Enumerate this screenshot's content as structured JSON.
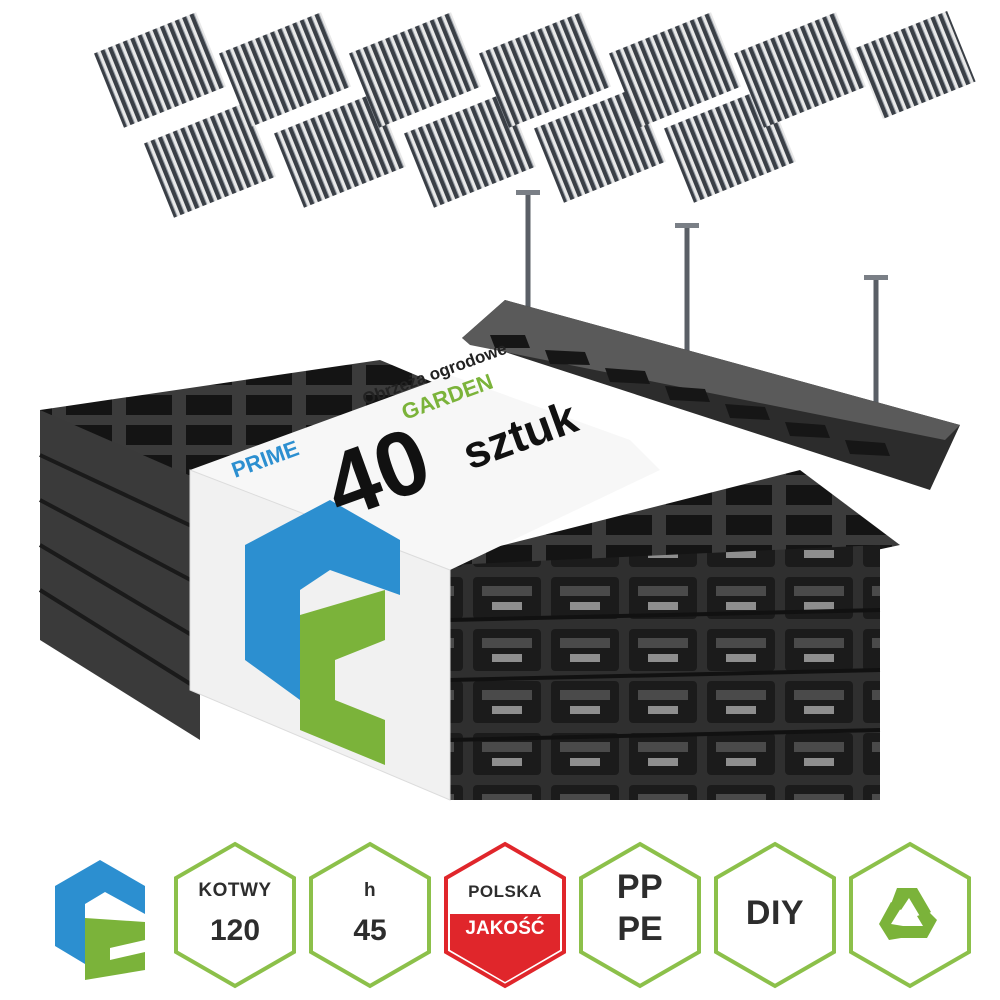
{
  "package": {
    "brand_prime": "PRIME",
    "brand_garden": "GARDEN",
    "product_name": "Obrzeża ogrodowe",
    "count": "40",
    "count_unit": "sztuk"
  },
  "badges": [
    {
      "line1": "KOTWY",
      "line2": "120"
    },
    {
      "line1": "h",
      "line2": "45"
    },
    {
      "line1": "POLSKA",
      "line2": "JAKOŚĆ"
    },
    {
      "line1": "PP",
      "line2": "PE"
    },
    {
      "line1": "DIY"
    }
  ],
  "colors": {
    "brand_blue": "#2c8fd0",
    "brand_green": "#7bb33a",
    "badge_red": "#e0262b",
    "plastic_dark": "#333333",
    "badge_border": "#8cc04a"
  },
  "icons": [
    "logo-icon",
    "recycle-icon"
  ]
}
